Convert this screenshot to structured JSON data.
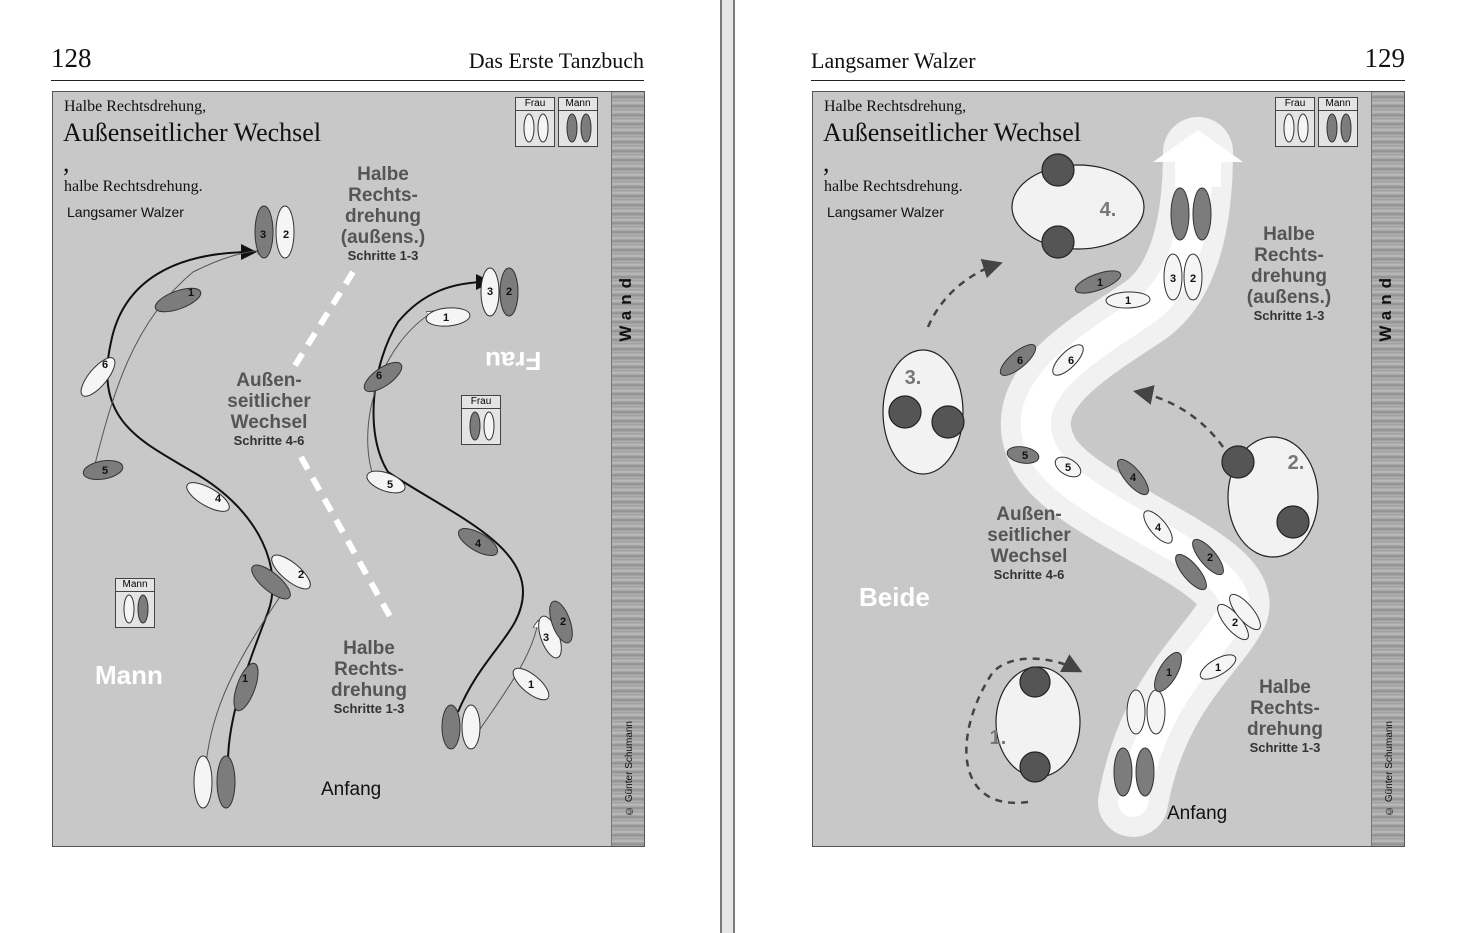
{
  "left_page": {
    "page_number": "128",
    "header_title": "Das Erste Tanzbuch",
    "panel": {
      "title_small_1": "Halbe Rechtsdrehung,",
      "title_large": "Außenseitlicher Wechsel ,",
      "title_small_2": "halbe Rechtsdrehung.",
      "dance_name": "Langsamer Walzer",
      "legend_frau": "Frau",
      "legend_mann": "Mann",
      "figure_top": {
        "line1": "Halbe",
        "line2": "Rechts-",
        "line3": "drehung",
        "line4": "(außens.)",
        "steps": "Schritte 1-3"
      },
      "figure_mid": {
        "line1": "Außen-",
        "line2": "seitlicher",
        "line3": "Wechsel",
        "steps": "Schritte 4-6"
      },
      "figure_bottom": {
        "line1": "Halbe",
        "line2": "Rechts-",
        "line3": "drehung",
        "steps": "Schritte 1-3"
      },
      "label_mann_big": "Mann",
      "label_frau_big": "Frau",
      "label_frau_box": "Frau",
      "label_mann_box": "Mann",
      "start_label": "Anfang",
      "wall_label": "Wand",
      "copyright": "© Günter Schumann"
    }
  },
  "right_page": {
    "page_number": "129",
    "header_title": "Langsamer Walzer",
    "panel": {
      "title_small_1": "Halbe Rechtsdrehung,",
      "title_large": "Außenseitlicher Wechsel ,",
      "title_small_2": "halbe Rechtsdrehung.",
      "dance_name": "Langsamer Walzer",
      "legend_frau": "Frau",
      "legend_mann": "Mann",
      "figure_top": {
        "line1": "Halbe",
        "line2": "Rechts-",
        "line3": "drehung",
        "line4": "(außens.)",
        "steps": "Schritte 1-3"
      },
      "figure_mid": {
        "line1": "Außen-",
        "line2": "seitlicher",
        "line3": "Wechsel",
        "steps": "Schritte 4-6"
      },
      "figure_bottom": {
        "line1": "Halbe",
        "line2": "Rechts-",
        "line3": "drehung",
        "steps": "Schritte 1-3"
      },
      "label_beide_big": "Beide",
      "couple_1": "1.",
      "couple_2": "2.",
      "couple_3": "3.",
      "couple_4": "4.",
      "start_label": "Anfang",
      "wall_label": "Wand",
      "copyright": "© Günter Schumann"
    }
  },
  "step_numbers": [
    "1",
    "2",
    "3",
    "4",
    "5",
    "6"
  ],
  "colors": {
    "panel_bg": "#c8c8c8",
    "shoe_dark": "#7c7c7c",
    "shoe_light": "#f5f5f5",
    "fig_text": "#555555"
  }
}
